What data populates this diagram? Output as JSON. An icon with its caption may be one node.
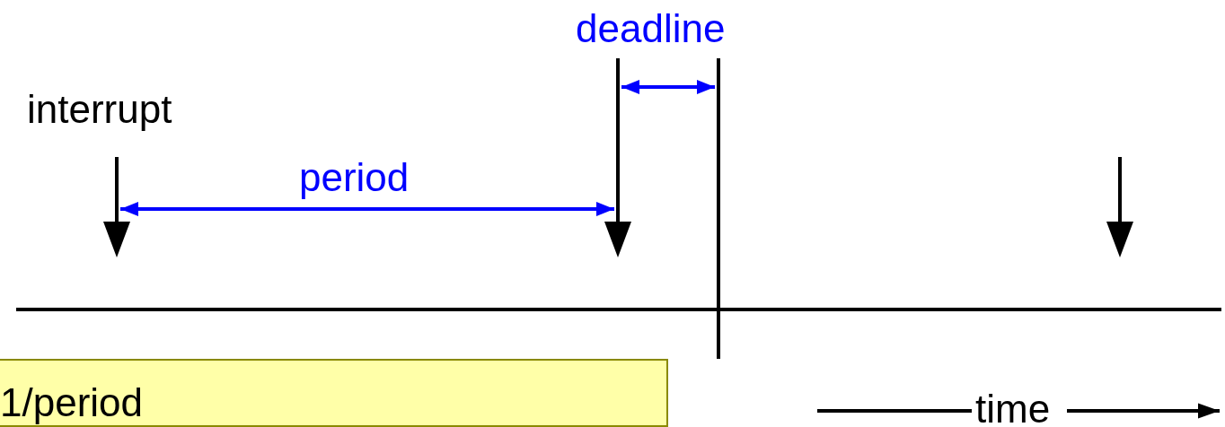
{
  "diagram": {
    "nodes": [
      {
        "text": [
          "1/period"
        ]
      }
    ],
    "labels": [
      "deadline",
      "interrupt",
      "period",
      "time"
    ]
  }
}
